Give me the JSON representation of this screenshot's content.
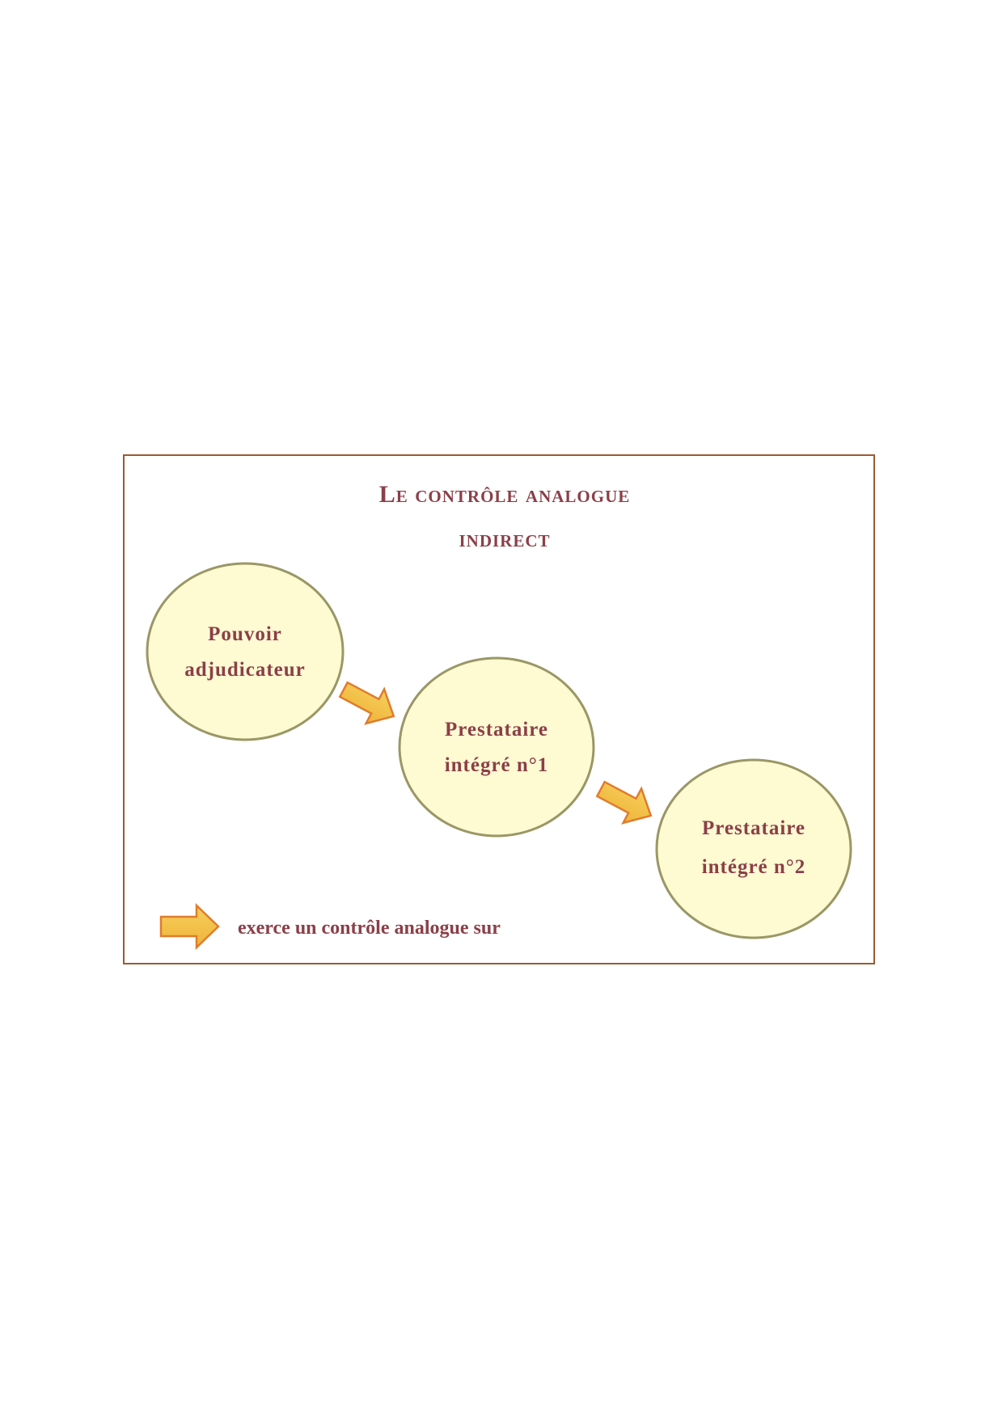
{
  "title": {
    "line1": "Le contrôle analogue",
    "line2": "indirect"
  },
  "nodes": [
    {
      "id": "pouvoir-adjudicateur",
      "lines": [
        "Pouvoir",
        "adjudicateur"
      ]
    },
    {
      "id": "prestataire-1",
      "lines": [
        "Prestataire",
        "intégré n°1"
      ]
    },
    {
      "id": "prestataire-2",
      "lines": [
        "Prestataire",
        "intégré n°2"
      ]
    }
  ],
  "legend": {
    "label": "exerce un contrôle analogue sur"
  },
  "colors": {
    "frame": "#9c5a34",
    "text": "#8b3f48",
    "node_fill": "#fefad2",
    "node_stroke": "#9a9766",
    "arrow_fill": "#f2c04a",
    "arrow_stroke": "#e07c2c"
  }
}
